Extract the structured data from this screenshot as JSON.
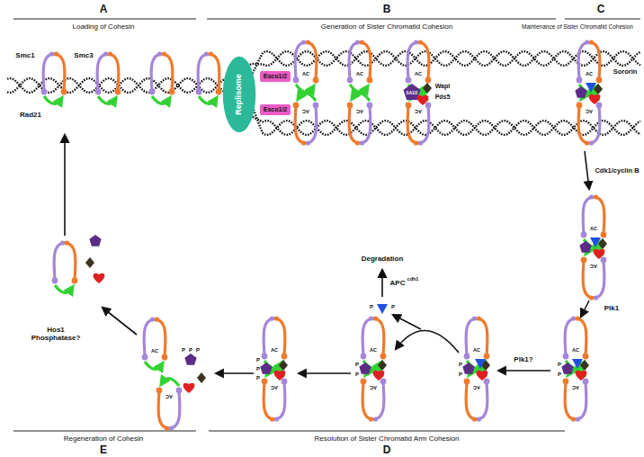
{
  "diagram": {
    "nodes": [
      {
        "text": [
          "Replisome"
        ]
      },
      {
        "text": [
          "Esco1/2"
        ]
      },
      {
        "text": [
          "Esco1/2"
        ]
      }
    ],
    "labels": [
      "A",
      "Loading of Cohesin",
      "B",
      "Generation of Sister Chromatid Cohesion",
      "C",
      "Maintenance of Sister Chromatid Cohesion",
      "Smc1",
      "Smc3",
      "Rad21",
      "SA1/2",
      "Wapl",
      "Pds5",
      "Sororin",
      "Cdk1/cyclin B",
      "Plk1",
      "Plk1?",
      "Degradation",
      "APC",
      "cdh1",
      "Hos1 Phosphatase?",
      "Regeneration of Cohesin",
      "E",
      "Resolution of Sister Chromatid Arm Cohesion",
      "D",
      "AC",
      "AC",
      "AC",
      "AC",
      "AC",
      "AC",
      "AC",
      "AC",
      "AC",
      "AC",
      "AC",
      "AC",
      "AC",
      "AC",
      "AC",
      "AC",
      "AC",
      "AC",
      "AC",
      "AC",
      "P",
      "P",
      "P",
      "P",
      "P",
      "P",
      "P",
      "P",
      "P",
      "P",
      "P",
      "P",
      "P",
      "P"
    ]
  }
}
